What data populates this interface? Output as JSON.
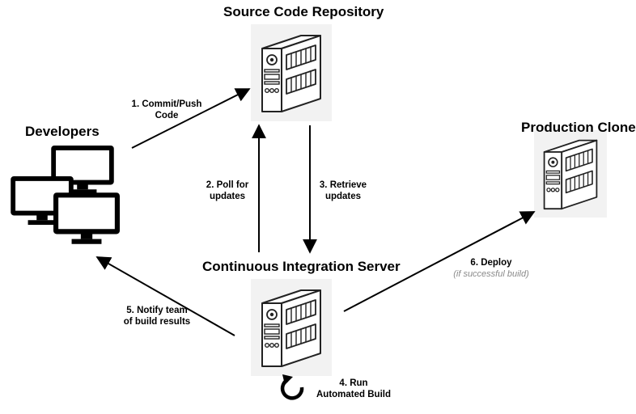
{
  "nodes": {
    "repository": {
      "title": "Source Code Repository"
    },
    "developers": {
      "title": "Developers"
    },
    "production": {
      "title": "Production Clone"
    },
    "ci_server": {
      "title": "Continuous Integration Server"
    }
  },
  "steps": {
    "commit": {
      "line1": "1. Commit/Push",
      "line2": "Code"
    },
    "poll": {
      "line1": "2. Poll for",
      "line2": "updates"
    },
    "retrieve": {
      "line1": "3. Retrieve",
      "line2": "updates"
    },
    "run": {
      "line1": "4. Run",
      "line2": "Automated Build"
    },
    "notify": {
      "line1": "5. Notify team",
      "line2": "of build results"
    },
    "deploy": {
      "line1": "6. Deploy",
      "note": "(if successful build)"
    }
  },
  "icons": {
    "server": "server-tower-icon",
    "monitor": "desktop-monitor-icon",
    "refresh": "refresh-cycle-icon"
  }
}
